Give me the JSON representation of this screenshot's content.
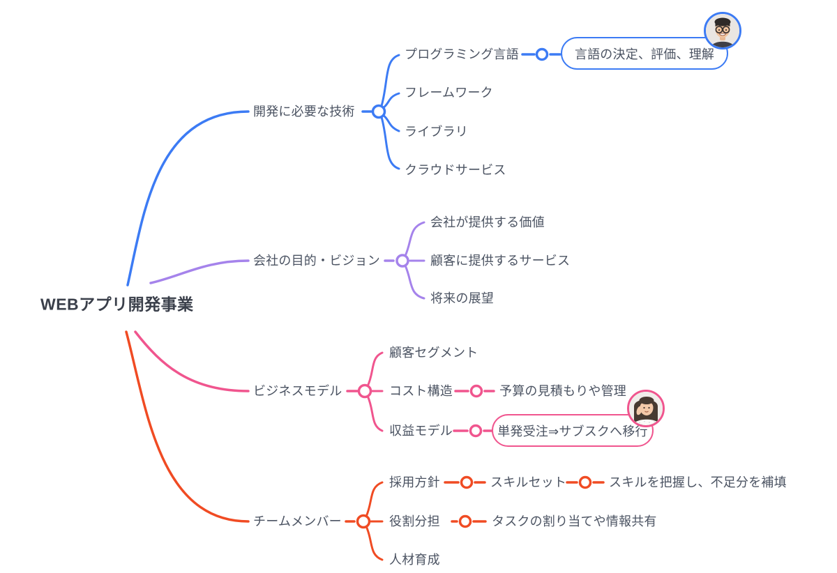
{
  "colors": {
    "blue": "#3C7BF4",
    "purple": "#A583EB",
    "pink": "#F0558E",
    "red": "#F04B23",
    "text": "#4B5362",
    "root_text": "#3A3F4A",
    "background": "#FFFFFF"
  },
  "root": {
    "label": "WEBアプリ開発事業"
  },
  "branches": [
    {
      "id": "tech",
      "color": "#3C7BF4",
      "label": "開発に必要な技術",
      "children": [
        {
          "label": "プログラミング言語",
          "note": {
            "label": "言語の決定、評価、理解",
            "avatar": "man-glasses-avatar"
          }
        },
        {
          "label": "フレームワーク"
        },
        {
          "label": "ライブラリ"
        },
        {
          "label": "クラウドサービス"
        }
      ]
    },
    {
      "id": "vision",
      "color": "#A583EB",
      "label": "会社の目的・ビジョン",
      "children": [
        {
          "label": "会社が提供する価値"
        },
        {
          "label": "顧客に提供するサービス"
        },
        {
          "label": "将来の展望"
        }
      ]
    },
    {
      "id": "business",
      "color": "#F0558E",
      "label": "ビジネスモデル",
      "children": [
        {
          "label": "顧客セグメント"
        },
        {
          "label": "コスト構造",
          "child": {
            "label": "予算の見積もりや管理"
          }
        },
        {
          "label": "収益モデル",
          "note": {
            "label": "単発受注⇒サブスクへ移行",
            "avatar": "woman-avatar"
          }
        }
      ]
    },
    {
      "id": "team",
      "color": "#F04B23",
      "label": "チームメンバー",
      "children": [
        {
          "label": "採用方針",
          "child": {
            "label": "スキルセット",
            "child": {
              "label": "スキルを把握し、不足分を補填"
            }
          }
        },
        {
          "label": "役割分担",
          "child": {
            "label": "タスクの割り当てや情報共有"
          }
        },
        {
          "label": "人材育成"
        }
      ]
    }
  ]
}
